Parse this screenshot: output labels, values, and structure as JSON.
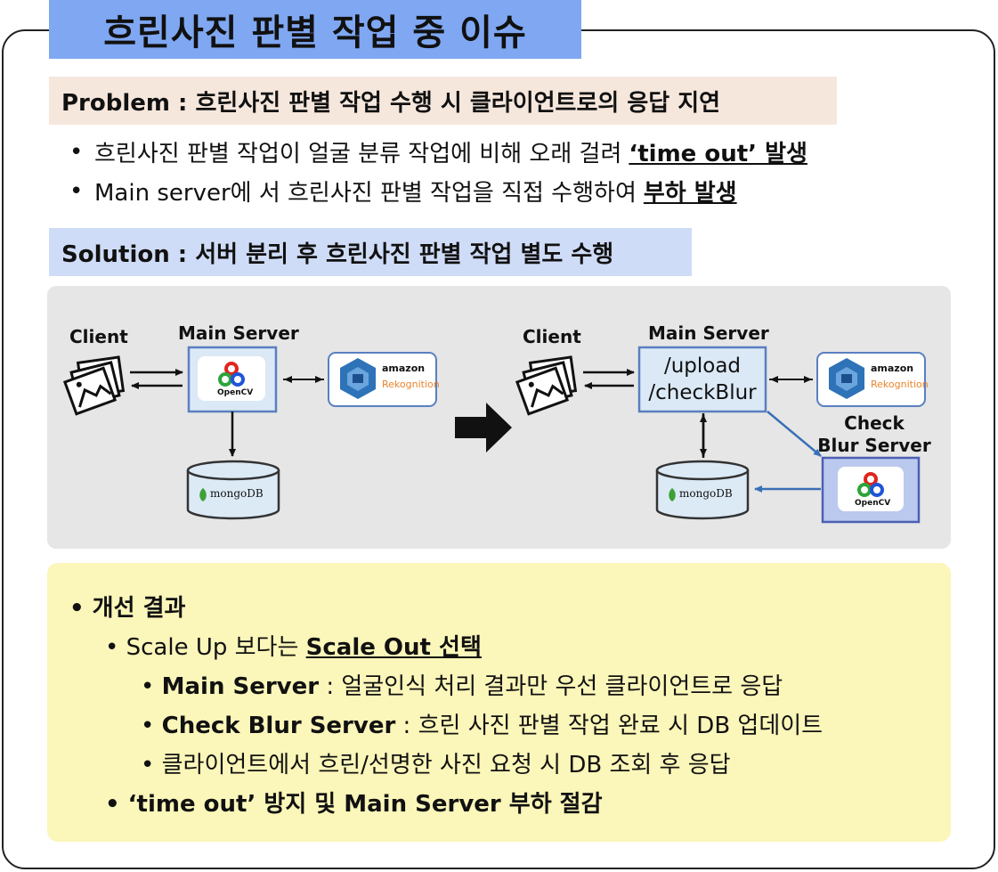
{
  "title": "흐린사진 판별 작업 중 이슈",
  "problem": {
    "heading": "Problem : 흐린사진 판별 작업 수행 시 클라이언트로의 응답 지연",
    "bullets": [
      {
        "text": "흐린사진 판별 작업이 얼굴 분류 작업에 비해 오래 걸려",
        "emphasis": "‘time out’ 발생"
      },
      {
        "text": "Main server에 서 흐린사진 판별 작업을 직접 수행하여",
        "emphasis": "부하 발생"
      }
    ]
  },
  "solution": {
    "heading": "Solution : 서버 분리 후 흐린사진 판별 작업 별도 수행"
  },
  "diagram": {
    "before": {
      "client_label": "Client",
      "server_label": "Main Server",
      "opencv_label": "OpenCV",
      "amazon_label": "amazon",
      "rekognition_label": "Rekognition",
      "db_label": "mongoDB"
    },
    "after": {
      "client_label": "Client",
      "server_label": "Main Server",
      "endpoint_upload": "/upload",
      "endpoint_check": "/checkBlur",
      "amazon_label": "amazon",
      "rekognition_label": "Rekognition",
      "check_server_line1": "Check",
      "check_server_line2": "Blur Server",
      "opencv_label": "OpenCV",
      "db_label": "mongoDB"
    },
    "colors": {
      "server_fill": "#dbe9f6",
      "server_border": "#5a7fc0",
      "check_server_fill": "#bcc9ee",
      "check_server_border": "#4d5fb3",
      "db_fill": "#dceaf6",
      "rekognition_blue": "#2e73b8",
      "rekognition_orange": "#e9842a"
    }
  },
  "result": {
    "heading": "개선 결과",
    "scale_prefix": "Scale Up 보다는",
    "scale_emphasis": "Scale Out 선택",
    "items": [
      {
        "bold": "Main Server",
        "text": " : 얼굴인식 처리 결과만 우선 클라이언트로 응답"
      },
      {
        "bold": "Check Blur Server",
        "text": " : 흐린 사진 판별 작업 완료 시 DB 업데이트"
      },
      {
        "bold": "",
        "text": "클라이언트에서 흐린/선명한 사진 요청 시 DB 조회 후 응답"
      }
    ],
    "conclusion": "‘time out’ 방지 및 Main Server 부하 절감"
  }
}
